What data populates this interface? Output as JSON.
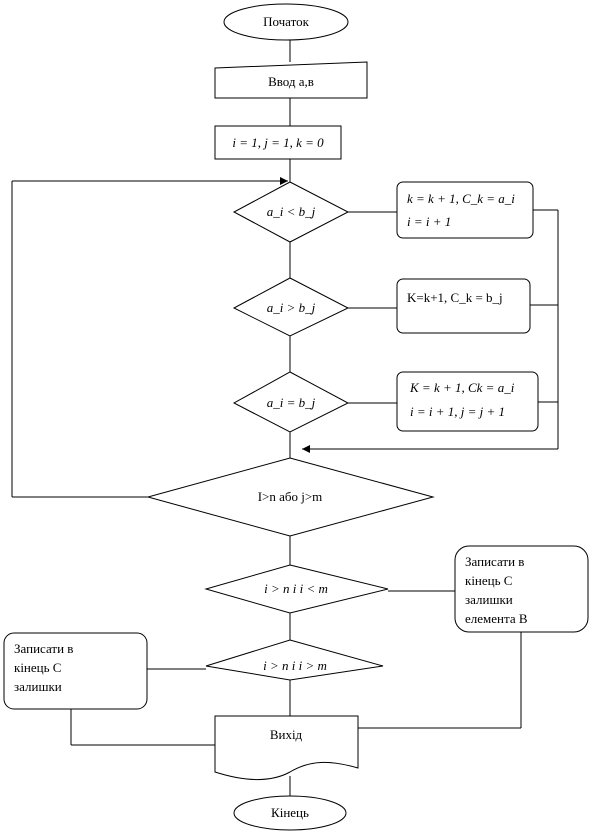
{
  "nodes": {
    "start": "Початок",
    "input": "Ввод а,в",
    "init": "i = 1, j = 1, k = 0",
    "cond1": "a_i < b_j",
    "act1_l1": "k = k + 1, C_k = a_i",
    "act1_l2": "i = i + 1",
    "cond2": "a_i > b_j",
    "act2": "K=k+1, C_k = b_j",
    "cond3": "a_i = b_j",
    "act3_l1": "K = k + 1, Ck = a_i",
    "act3_l2": "i = i + 1, j = j + 1",
    "loop_cond": "I>n або j>m",
    "cond4": "i > n  і  i < m",
    "write_b_l1": "Записати в",
    "write_b_l2": "кінець  С",
    "write_b_l3": "залишки",
    "write_b_l4": "елемента В",
    "cond5": "i > n і i > m",
    "write_a_l1": "Записати в",
    "write_a_l2": "кінець  С",
    "write_a_l3": "залишки",
    "output": "Вихід",
    "end": "Кінець"
  }
}
